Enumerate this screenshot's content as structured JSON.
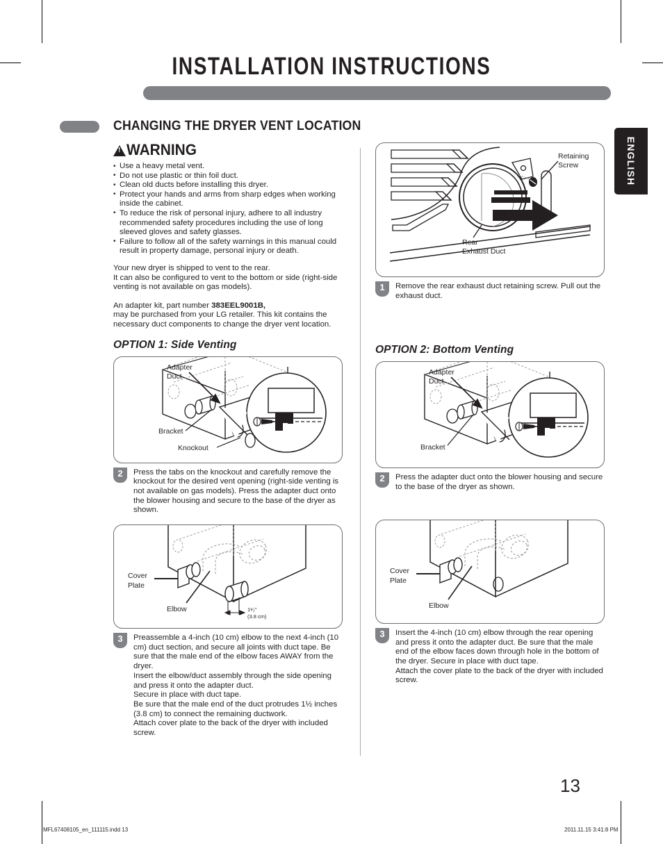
{
  "document": {
    "page_title": "INSTALLATION INSTRUCTIONS",
    "section_title": "CHANGING THE DRYER VENT LOCATION",
    "language_tab": "ENGLISH",
    "page_number": "13"
  },
  "warning": {
    "heading": "WARNING",
    "bullets": [
      "Use a heavy metal vent.",
      "Do not use plastic or thin foil duct.",
      "Clean old ducts before installing this dryer.",
      "Protect your hands and arms from sharp edges when working inside the cabinet.",
      "To reduce the risk of personal injury, adhere to all industry recommended safety procedures including the use of long sleeved gloves and safety glasses.",
      "Failure to follow all of the safety warnings in this manual could result in property damage, personal injury or death."
    ]
  },
  "intro": {
    "paragraph1": "Your new dryer is shipped to vent to the rear.\nIt can also be configured to vent to the bottom or side (right-side venting is not available on gas models).",
    "paragraph2_prefix": "An adapter kit, part number ",
    "paragraph2_part_number": "383EEL9001B,",
    "paragraph2_suffix": "\nmay be purchased from your LG retailer. This kit contains the necessary duct components to change the dryer vent location."
  },
  "option1": {
    "heading": "OPTION 1: Side Venting",
    "figure_labels": {
      "adapter_duct": "Adapter\nDuct",
      "adapter_duct_line1": "Adapter",
      "adapter_duct_line2": "Duct",
      "bracket": "Bracket",
      "knockout": "Knockout"
    },
    "step2": {
      "number": "2",
      "text": "Press the tabs on the knockout and carefully remove the knockout for the desired vent opening (right-side venting is not available on gas models). Press the adapter duct onto the blower housing and secure to the base of the dryer as shown."
    },
    "figure2_labels": {
      "cover_plate_line1": "Cover",
      "cover_plate_line2": "Plate",
      "elbow": "Elbow",
      "dimension_line1": "1¹⁄₂\"",
      "dimension_line2": "(3.8 cm)"
    },
    "step3": {
      "number": "3",
      "text": "Preassemble a 4-inch (10 cm) elbow to the next 4-inch (10 cm) duct section, and secure all joints with duct tape. Be sure that the male end of the elbow faces AWAY from the dryer.\nInsert the elbow/duct assembly through the side opening and press it onto the adapter duct.\nSecure in place with duct tape.\nBe sure that the male end of the duct protrudes 1½ inches (3.8 cm) to connect the remaining ductwork.\nAttach cover plate to the back of the dryer with included screw."
    }
  },
  "rear_vent": {
    "figure_labels": {
      "retaining_screw_line1": "Retaining",
      "retaining_screw_line2": "Screw",
      "rear_exhaust_duct_line1": "Rear",
      "rear_exhaust_duct_line2": "Exhaust Duct"
    },
    "step1": {
      "number": "1",
      "text": "Remove the rear exhaust duct retaining screw. Pull out the exhaust duct."
    }
  },
  "option2": {
    "heading": "OPTION 2: Bottom Venting",
    "figure_labels": {
      "adapter_duct_line1": "Adapter",
      "adapter_duct_line2": "Duct",
      "bracket": "Bracket"
    },
    "step2": {
      "number": "2",
      "text": "Press the adapter duct onto the blower housing and secure to the base of the dryer as shown."
    },
    "figure2_labels": {
      "cover_plate_line1": "Cover",
      "cover_plate_line2": "Plate",
      "elbow": "Elbow"
    },
    "step3": {
      "number": "3",
      "text": "Insert the 4-inch (10 cm) elbow through the rear opening and press it onto the adapter duct. Be sure that the male end of the elbow faces down through hole in the bottom of the dryer. Secure in place with duct tape.\nAttach the cover plate to the back of the dryer with included screw."
    }
  },
  "footer": {
    "file_name": "MFL67408105_en_111115.indd   13",
    "timestamp": "2011.11.15   3:41:8 PM"
  },
  "colors": {
    "gray_bar": "#808285",
    "dark": "#231f20",
    "figure_border": "#6d6e71",
    "divider": "#a7a9ac"
  }
}
